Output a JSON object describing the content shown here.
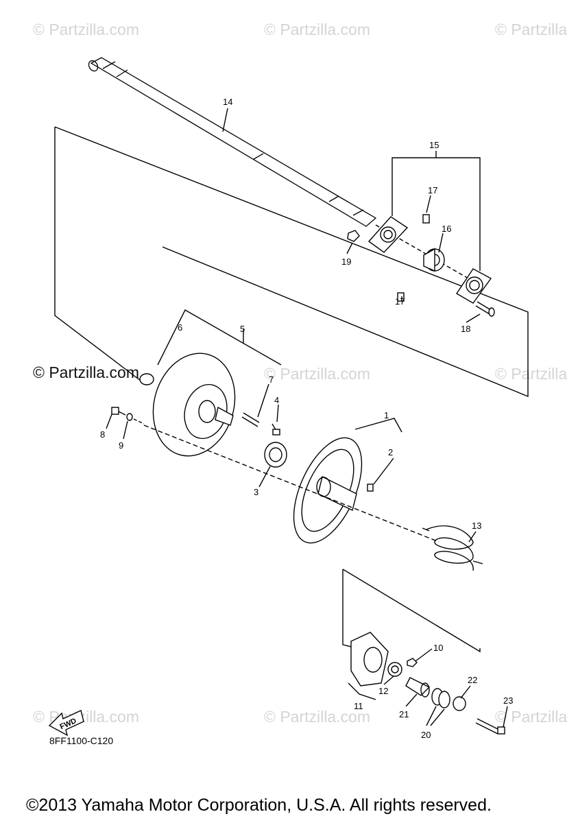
{
  "watermarks": {
    "text": "© Partzilla.com",
    "clipped": "© Partzilla"
  },
  "callouts": [
    "1",
    "2",
    "3",
    "4",
    "5",
    "6",
    "7",
    "8",
    "9",
    "10",
    "11",
    "12",
    "13",
    "14",
    "15",
    "16",
    "17",
    "17",
    "18",
    "19",
    "20",
    "21",
    "22",
    "23"
  ],
  "fwd_label": "FWD",
  "diagram_code": "8FF1100-C120",
  "copyright": "©2013 Yamaha Motor Corporation, U.S.A. All rights reserved."
}
